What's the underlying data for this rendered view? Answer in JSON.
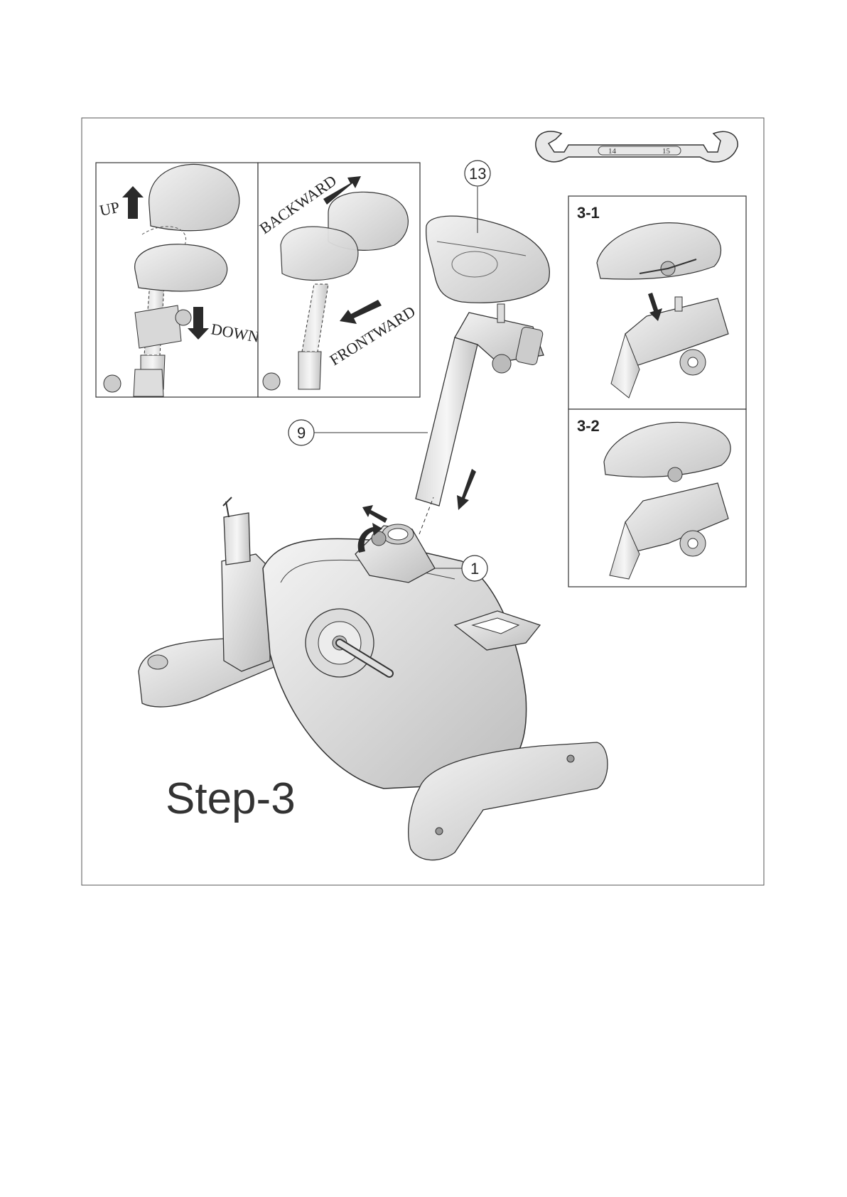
{
  "step_title": "Step-3",
  "wrench": {
    "label_left": "14",
    "label_right": "15"
  },
  "adjust_panels": {
    "height": {
      "up": "UP",
      "down": "DOWN"
    },
    "position": {
      "backward": "BACKWARD",
      "frontward": "FRONTWARD"
    }
  },
  "callouts": {
    "seat": "13",
    "seat_post": "9",
    "frame": "1"
  },
  "insets": {
    "first": "3-1",
    "second": "3-2"
  },
  "colors": {
    "line": "#333333",
    "fill_light": "#e6e6e6",
    "fill_mid": "#cfcfcf",
    "arrow": "#2a2a2a"
  }
}
